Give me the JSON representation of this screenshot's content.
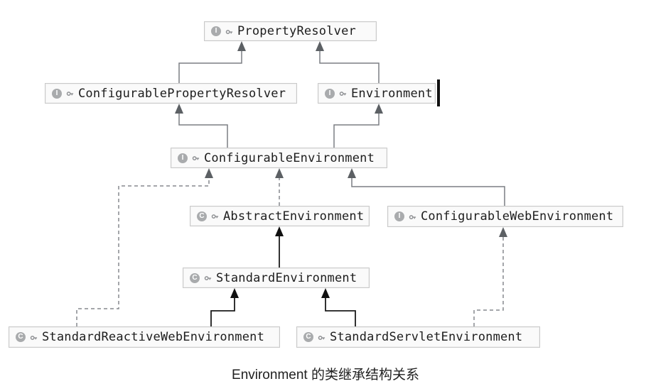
{
  "caption": "Environment 的类继承结构关系",
  "colors": {
    "background": "#ffffff",
    "box_background": "#fafafa",
    "box_border": "#c9c9c9",
    "text": "#1d1d1d",
    "edge_gray": "#7b7f83",
    "edge_black": "#1b1b1b",
    "arrowhead_gray": "#5c6064",
    "arrowhead_black": "#111111",
    "badge_background": "#a9abad"
  },
  "nodes": [
    {
      "name": "PropertyResolver",
      "kind": "interface",
      "icon_letter": "I"
    },
    {
      "name": "ConfigurablePropertyResolver",
      "kind": "interface",
      "icon_letter": "I"
    },
    {
      "name": "Environment",
      "kind": "interface",
      "icon_letter": "I"
    },
    {
      "name": "ConfigurableEnvironment",
      "kind": "interface",
      "icon_letter": "I"
    },
    {
      "name": "AbstractEnvironment",
      "kind": "class",
      "icon_letter": "C"
    },
    {
      "name": "ConfigurableWebEnvironment",
      "kind": "interface",
      "icon_letter": "I"
    },
    {
      "name": "StandardEnvironment",
      "kind": "class",
      "icon_letter": "C"
    },
    {
      "name": "StandardReactiveWebEnvironment",
      "kind": "class",
      "icon_letter": "C"
    },
    {
      "name": "StandardServletEnvironment",
      "kind": "class",
      "icon_letter": "C"
    }
  ],
  "edges": [
    {
      "from": "ConfigurablePropertyResolver",
      "to": "PropertyResolver",
      "style": "solid-gray"
    },
    {
      "from": "Environment",
      "to": "PropertyResolver",
      "style": "solid-gray"
    },
    {
      "from": "ConfigurableEnvironment",
      "to": "ConfigurablePropertyResolver",
      "style": "solid-gray"
    },
    {
      "from": "ConfigurableEnvironment",
      "to": "Environment",
      "style": "solid-gray"
    },
    {
      "from": "AbstractEnvironment",
      "to": "ConfigurableEnvironment",
      "style": "dashed-gray"
    },
    {
      "from": "ConfigurableWebEnvironment",
      "to": "ConfigurableEnvironment",
      "style": "solid-gray"
    },
    {
      "from": "StandardReactiveWebEnvironment",
      "to": "ConfigurableEnvironment",
      "style": "dashed-gray"
    },
    {
      "from": "StandardEnvironment",
      "to": "AbstractEnvironment",
      "style": "solid-black"
    },
    {
      "from": "StandardReactiveWebEnvironment",
      "to": "StandardEnvironment",
      "style": "solid-black"
    },
    {
      "from": "StandardServletEnvironment",
      "to": "StandardEnvironment",
      "style": "solid-black"
    },
    {
      "from": "StandardServletEnvironment",
      "to": "ConfigurableWebEnvironment",
      "style": "dashed-gray"
    }
  ]
}
